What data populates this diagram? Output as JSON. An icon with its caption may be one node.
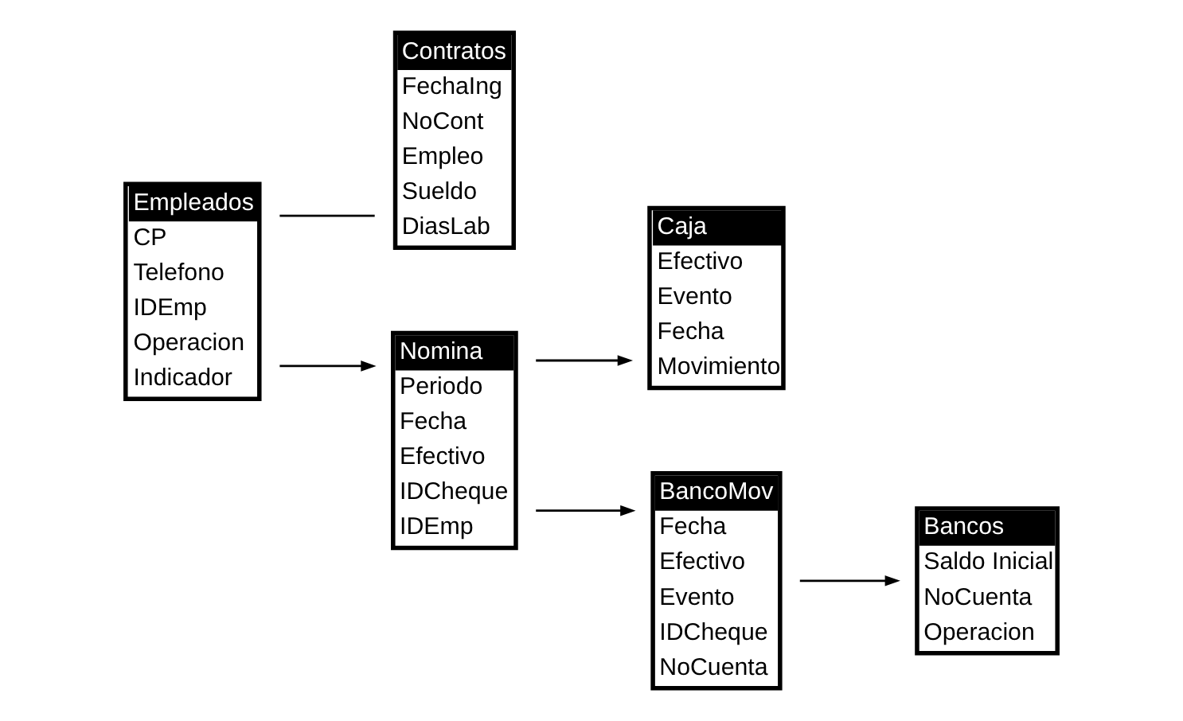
{
  "diagram": {
    "nodes": [
      {
        "text": [
          "Empleados",
          "CP",
          "Telefono",
          "IDEmp",
          "Operacion",
          "Indicador"
        ]
      },
      {
        "text": [
          "Contratos",
          "FechaIng",
          "NoCont",
          "Empleo",
          "Sueldo",
          "DiasLab"
        ]
      },
      {
        "text": [
          "Nomina",
          "Periodo",
          "Fecha",
          "Efectivo",
          "IDCheque",
          "IDEmp"
        ]
      },
      {
        "text": [
          "Caja",
          "Efectivo",
          "Evento",
          "Fecha",
          "Movimiento"
        ]
      },
      {
        "text": [
          "BancoMov",
          "Fecha",
          "Efectivo",
          "Evento",
          "IDCheque",
          "NoCuenta"
        ]
      },
      {
        "text": [
          "Bancos",
          "Saldo Inicial",
          "NoCuenta",
          "Operacion"
        ]
      }
    ],
    "edges": [
      {
        "from": 0,
        "to": 1,
        "arrow": "none"
      },
      {
        "from": 0,
        "to": 2,
        "arrow": "to"
      },
      {
        "from": 2,
        "to": 3,
        "arrow": "to"
      },
      {
        "from": 2,
        "to": 4,
        "arrow": "to"
      },
      {
        "from": 4,
        "to": 5,
        "arrow": "to"
      }
    ]
  }
}
